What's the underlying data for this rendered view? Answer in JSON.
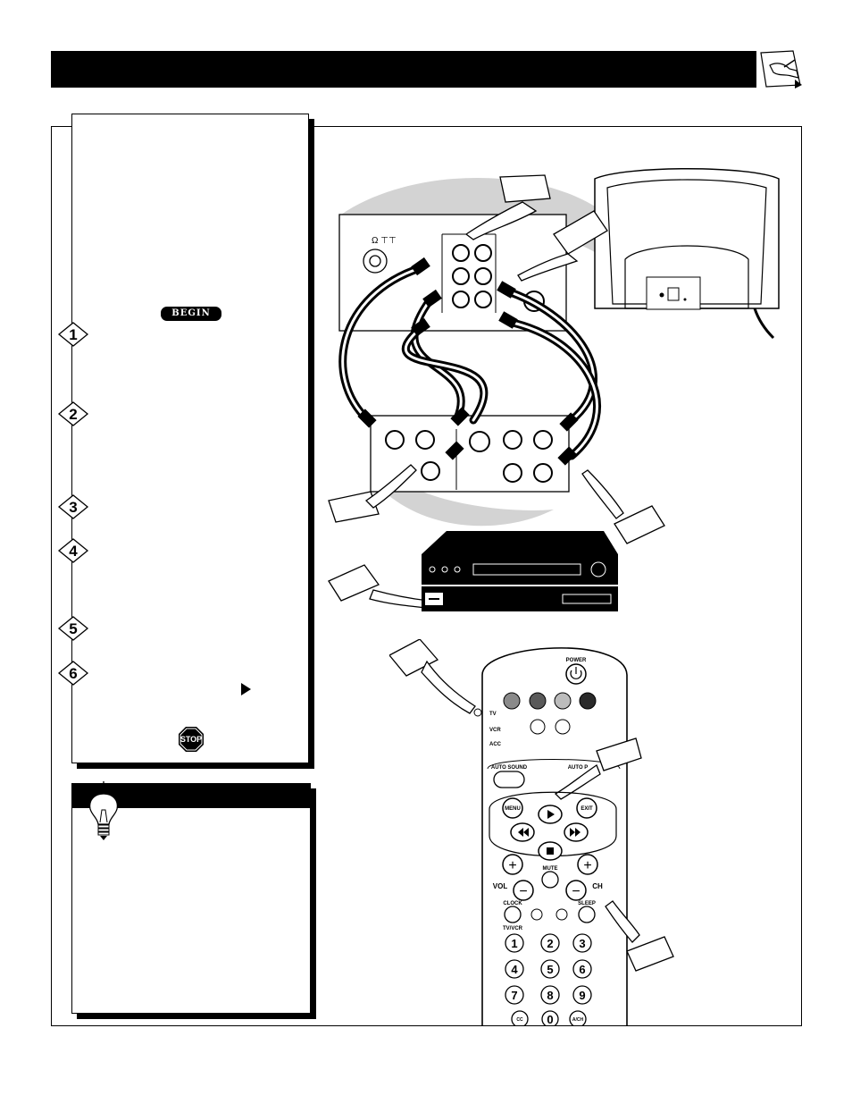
{
  "page": {
    "header_title": "",
    "begin_label": "BEGIN",
    "stop_label": "STOP",
    "steps": [
      "1",
      "2",
      "3",
      "4",
      "5",
      "6"
    ]
  },
  "remote": {
    "power_label": "POWER",
    "mode_tv": "TV",
    "mode_vcr": "VCR",
    "mode_acc": "ACC",
    "auto_sound_label": "AUTO SOUND",
    "auto_picture_label": "AUTO P",
    "menu_label": "MENU",
    "exit_label": "EXIT",
    "mute_label": "MUTE",
    "vol_label": "VOL",
    "ch_label": "CH",
    "clock_label": "CLOCK",
    "sleep_label": "SLEEP",
    "tvvcr_label": "TV/VCR",
    "keys": [
      "1",
      "2",
      "3",
      "4",
      "5",
      "6",
      "7",
      "8",
      "9"
    ],
    "cc_label": "CC",
    "zero_label": "0",
    "ach_label": "A/CH"
  },
  "colors": {
    "black": "#000000",
    "swoosh": "#d3d3d3",
    "key_red": "#8a8a8a",
    "key_green": "#5a5a5a",
    "key_yellow": "#bcbcbc",
    "key_blue": "#2a2a2a"
  }
}
